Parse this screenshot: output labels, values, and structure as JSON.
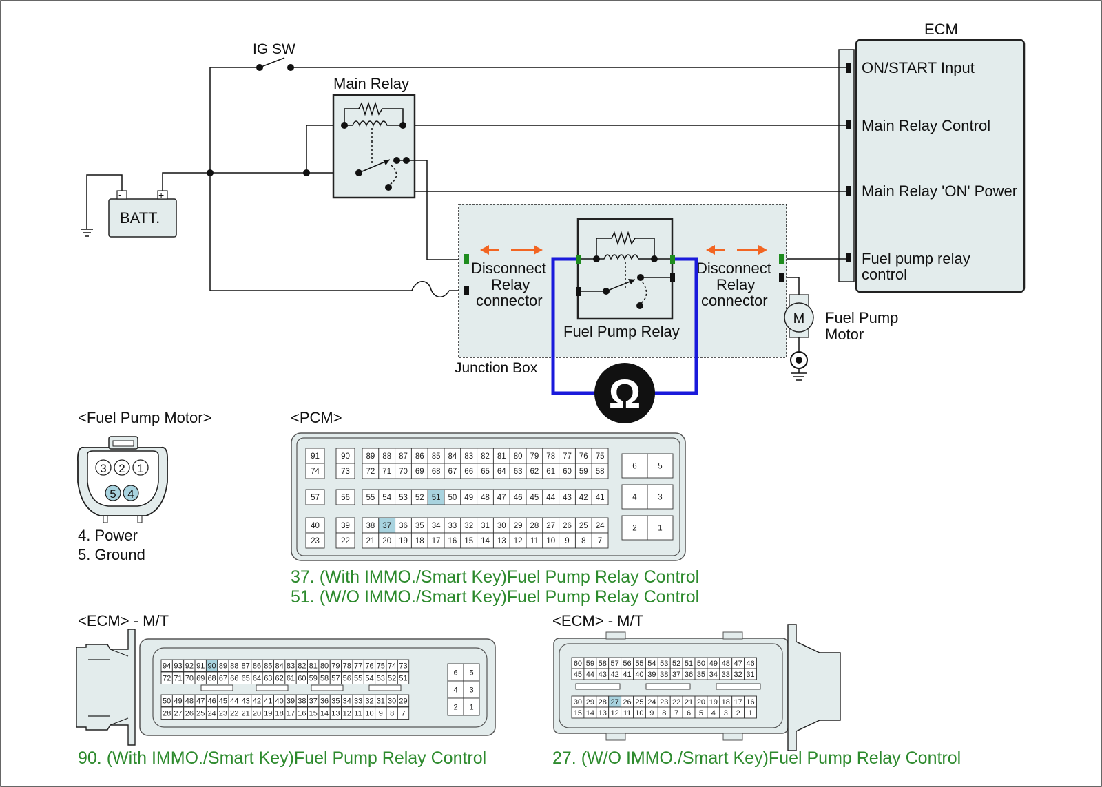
{
  "colors": {
    "panel_fill": "#e3ecec",
    "highlight_pin": "#a8d3df",
    "test_lead": "#1a1adb",
    "arrow": "#f26522",
    "note_text": "#2d8a2d",
    "terminal_green": "#1e8c1e"
  },
  "labels": {
    "ecm": "ECM",
    "ig_sw": "IG SW",
    "main_relay": "Main Relay",
    "batt": "BATT.",
    "fuel_pump_relay": "Fuel Pump Relay",
    "junction_box": "Junction Box",
    "motor_symbol": "M",
    "ohm_symbol": "Ω",
    "fuel_pump_motor_1": "Fuel Pump",
    "fuel_pump_motor_2": "Motor",
    "disconnect_left": [
      "Disconnect",
      "Relay",
      "connector"
    ],
    "disconnect_right": [
      "Disconnect",
      "Relay",
      "connector"
    ]
  },
  "ecm_pins": {
    "on_start": "ON/START Input",
    "main_relay_control": "Main Relay Control",
    "main_relay_on_power": "Main Relay 'ON' Power",
    "fuel_pump_relay_control_1": "Fuel pump relay",
    "fuel_pump_relay_control_2": "control"
  },
  "fuel_pump_connector": {
    "title": "<Fuel Pump Motor>",
    "pins_top": [
      "3",
      "2",
      "1"
    ],
    "pins_bottom": [
      "5",
      "4"
    ],
    "legend": [
      "4. Power",
      "5. Ground"
    ]
  },
  "pcm_connector": {
    "title": "<PCM>",
    "notes": [
      "37. (With IMMO./Smart Key)Fuel Pump Relay Control",
      "51. (W/O IMMO./Smart Key)Fuel Pump Relay Control"
    ],
    "highlight": [
      "51",
      "37"
    ]
  },
  "ecm_mt_left": {
    "title": "<ECM> - M/T",
    "note": "90. (With IMMO./Smart Key)Fuel Pump Relay Control",
    "highlight": [
      "90"
    ]
  },
  "ecm_mt_right": {
    "title": "<ECM> - M/T",
    "note": "27. (W/O IMMO./Smart Key)Fuel Pump Relay Control",
    "highlight": [
      "27"
    ]
  }
}
